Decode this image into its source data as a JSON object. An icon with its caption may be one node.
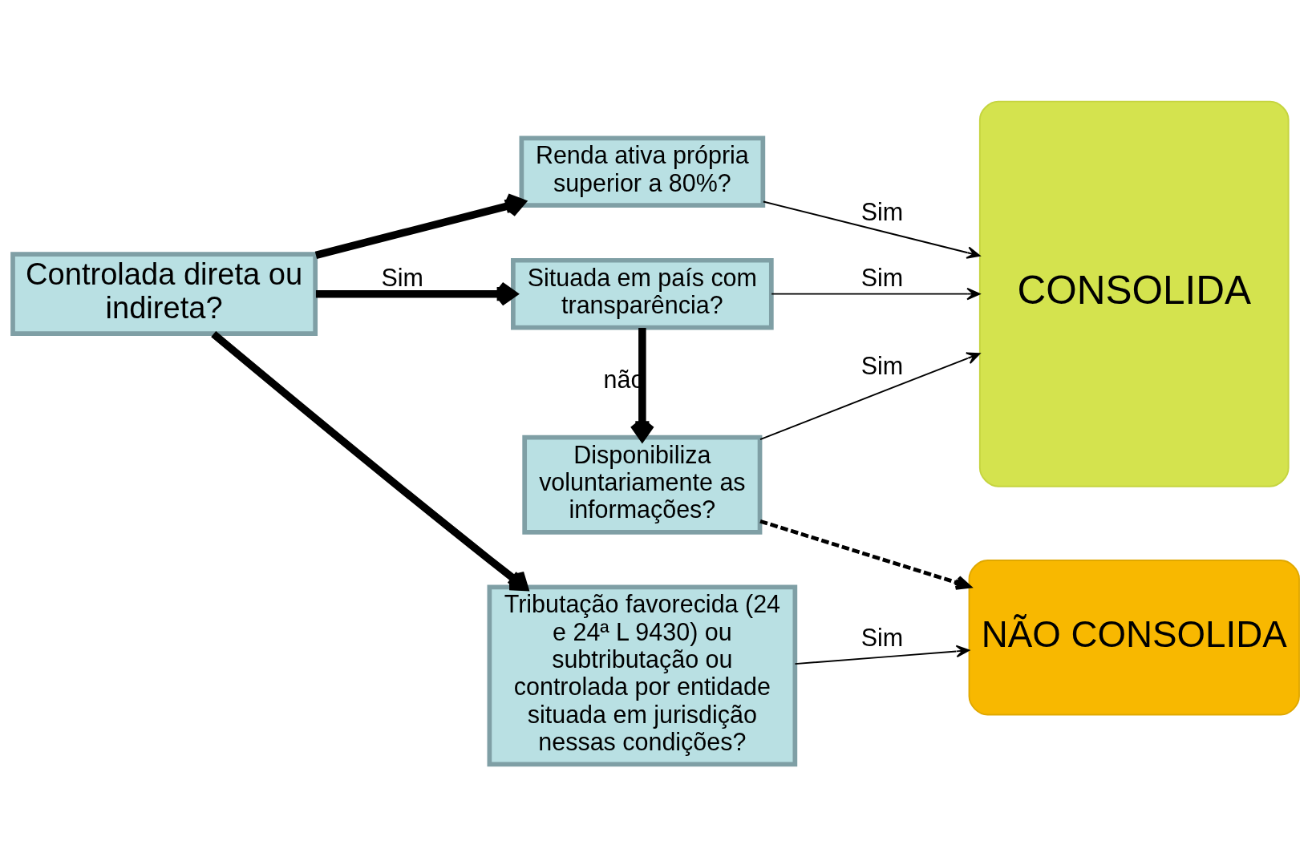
{
  "diagram": {
    "nodes": [
      {
        "text": [
          "Controlada direta ou indireta?"
        ]
      },
      {
        "text": [
          "Situada em país com transparência?"
        ]
      },
      {
        "text": [
          "Disponibiliza voluntariamente as informações?"
        ]
      },
      {
        "text": [
          "Renda ativa própria superior a 80%?"
        ]
      },
      {
        "text": [
          "Tributação favorecida (24 e 24ª L 9430) ou subtributação ou controlada por entidade situada em jurisdição nessas condições?"
        ]
      },
      {
        "text": [
          "CONSOLIDA"
        ]
      },
      {
        "text": [
          "NÃO CONSOLIDA"
        ]
      }
    ],
    "edges": [
      {
        "from": 0,
        "to": 1,
        "arrow": "to",
        "label": "Sim",
        "style": "thick"
      },
      {
        "from": 0,
        "to": 3,
        "arrow": "to",
        "style": "thick"
      },
      {
        "from": 0,
        "to": 4,
        "arrow": "to",
        "style": "thick"
      },
      {
        "from": 1,
        "to": 2,
        "arrow": "to",
        "label": "não",
        "style": "thick"
      },
      {
        "from": 1,
        "to": 5,
        "arrow": "to",
        "label": "Sim"
      },
      {
        "from": 2,
        "to": 5,
        "arrow": "to",
        "label": "Sim"
      },
      {
        "from": 2,
        "to": 6,
        "arrow": "to",
        "style": "dashed"
      },
      {
        "from": 3,
        "to": 5,
        "arrow": "to",
        "label": "Sim"
      },
      {
        "from": 4,
        "to": 6,
        "arrow": "to",
        "label": "Sim"
      }
    ]
  }
}
